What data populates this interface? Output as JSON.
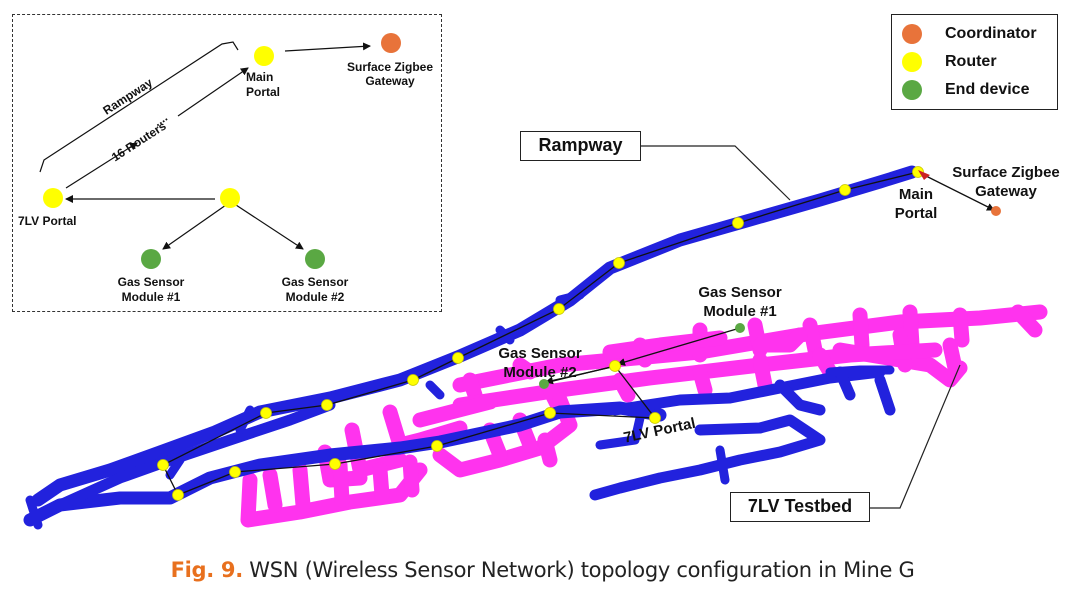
{
  "colors": {
    "coordinator": "#e8733a",
    "router": "#ffff00",
    "end_device": "#5aa843",
    "rampway_tunnel": "#2222dd",
    "testbed_tunnel": "#ff33ee",
    "caption_accent": "#e8701e"
  },
  "legend": {
    "coordinator": "Coordinator",
    "router": "Router",
    "end_device": "End device"
  },
  "inset": {
    "main_portal": "Main\nPortal",
    "gateway": "Surface Zigbee\nGateway",
    "rampway": "Rampway",
    "routers": "16 Routers",
    "ellipsis": "....",
    "portal_7lv": "7LV Portal",
    "gas1": "Gas Sensor\nModule #1",
    "gas2": "Gas Sensor\nModule #2"
  },
  "map": {
    "rampway_callout": "Rampway",
    "testbed_callout": "7LV Testbed",
    "gateway": "Surface Zigbee\nGateway",
    "main_portal": "Main\nPortal",
    "gas1": "Gas Sensor\nModule #1",
    "gas2": "Gas Sensor\nModule #2",
    "portal_7lv": "7LV Portal"
  },
  "caption": {
    "fig": "Fig. 9.",
    "text": " WSN (Wireless Sensor Network) topology configuration in Mine G"
  }
}
